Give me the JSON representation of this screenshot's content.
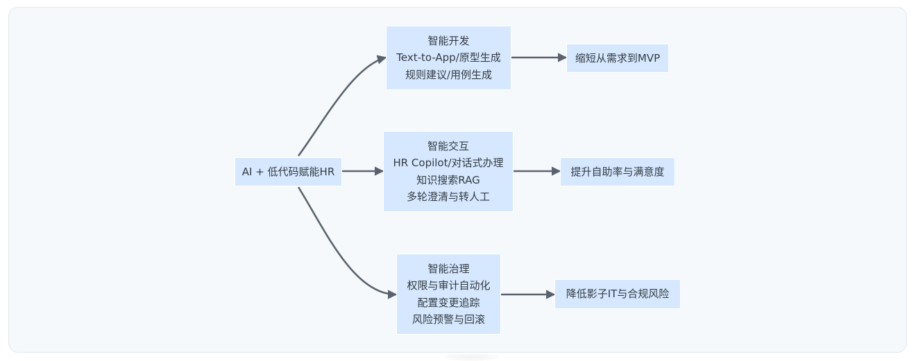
{
  "diagram": {
    "type": "flowchart",
    "direction": "left-to-right",
    "colors": {
      "node_fill": "#d6e8ff",
      "edge": "#5a636d",
      "text": "#333a40",
      "background": "#f5f9fc"
    },
    "root": {
      "id": "root",
      "label": "AI + 低代码赋能HR"
    },
    "branches": [
      {
        "id": "dev",
        "lines": [
          "智能开发",
          "Text-to-App/原型生成",
          "规则建议/用例生成"
        ],
        "outcome": "缩短从需求到MVP"
      },
      {
        "id": "interaction",
        "lines": [
          "智能交互",
          "HR Copilot/对话式办理",
          "知识搜索RAG",
          "多轮澄清与转人工"
        ],
        "outcome": "提升自助率与满意度"
      },
      {
        "id": "governance",
        "lines": [
          "智能治理",
          "权限与审计自动化",
          "配置变更追踪",
          "风险预警与回滚"
        ],
        "outcome": "降低影子IT与合规风险"
      }
    ],
    "edges": [
      {
        "from": "root",
        "to": "dev"
      },
      {
        "from": "root",
        "to": "interaction"
      },
      {
        "from": "root",
        "to": "governance"
      },
      {
        "from": "dev",
        "to": "dev-outcome"
      },
      {
        "from": "interaction",
        "to": "interaction-outcome"
      },
      {
        "from": "governance",
        "to": "governance-outcome"
      }
    ]
  }
}
